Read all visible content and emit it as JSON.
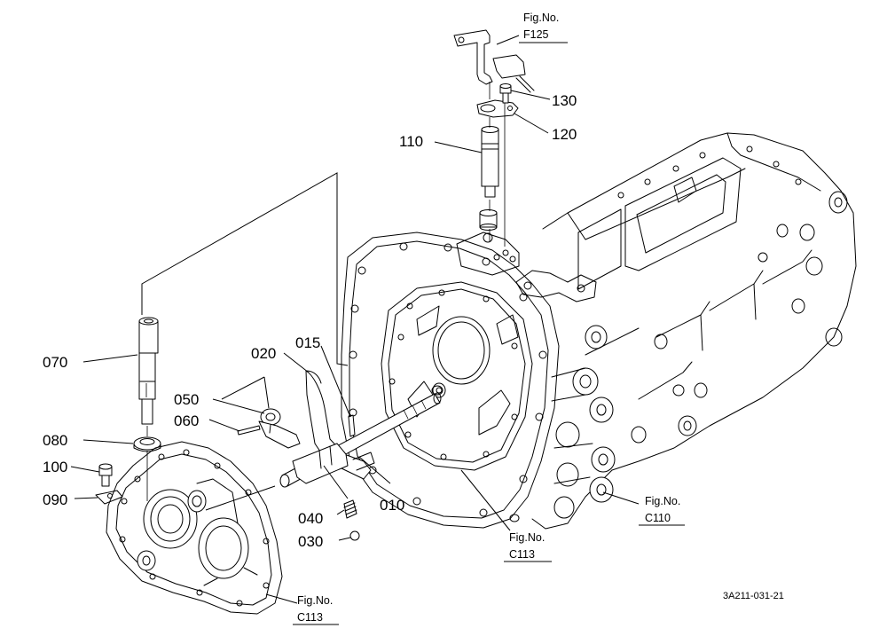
{
  "callouts": {
    "p010": "010",
    "p015": "015",
    "p020": "020",
    "p030": "030",
    "p040": "040",
    "p050": "050",
    "p060": "060",
    "p070": "070",
    "p080": "080",
    "p090": "090",
    "p100": "100",
    "p110": "110",
    "p120": "120",
    "p130": "130"
  },
  "figure_refs": {
    "f125": {
      "label": "Fig.No.",
      "code": "F125"
    },
    "c110": {
      "label": "Fig.No.",
      "code": "C110"
    },
    "c113_center": {
      "label": "Fig.No.",
      "code": "C113"
    },
    "c113_bottom": {
      "label": "Fig.No.",
      "code": "C113"
    }
  },
  "document_id": "3A211-031-21"
}
